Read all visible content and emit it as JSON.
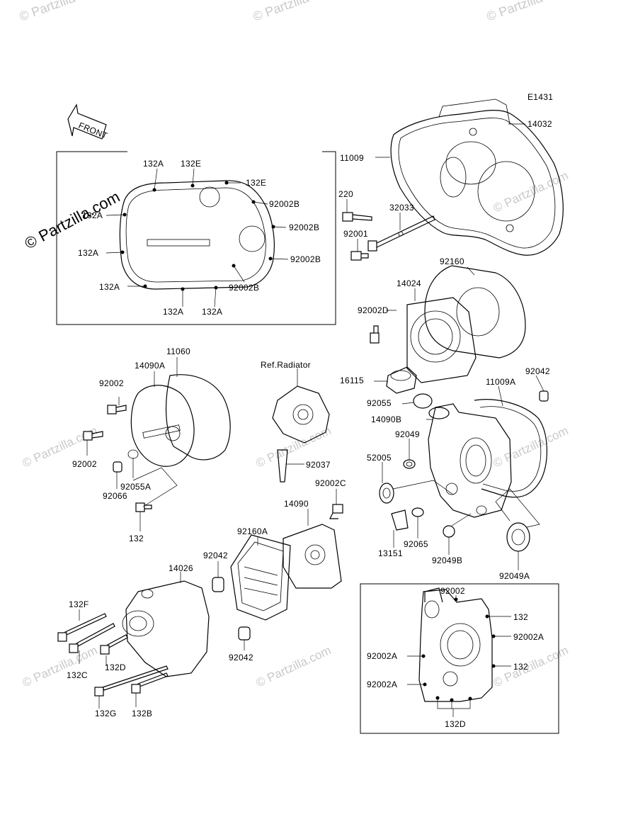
{
  "watermarks": {
    "text": "© Partzilla.com",
    "corner_text": "© Partzilla"
  },
  "diagram": {
    "code": "E1431",
    "front_arrow": "FRONT",
    "ref_note": "Ref.Radiator"
  },
  "labels": {
    "p14032": "14032",
    "p11009": "11009",
    "p220": "220",
    "p32033": "32033",
    "p92001": "92001",
    "p92160": "92160",
    "p14024": "14024",
    "p92002D": "92002D",
    "b132A_1": "132A",
    "b132E_1": "132E",
    "b132E_2": "132E",
    "b92002B_1": "92002B",
    "b92002B_2": "92002B",
    "b92002B_3": "92002B",
    "b92002B_4": "92002B",
    "b132A_2": "132A",
    "b132A_3": "132A",
    "b132A_4": "132A",
    "b132A_5": "132A",
    "b132A_6": "132A",
    "p11060": "11060",
    "p14090A": "14090A",
    "p92002_a": "92002",
    "p92002_b": "92002",
    "p92066": "92066",
    "p92055A": "92055A",
    "p132_a": "132",
    "p16115": "16115",
    "p92042_a": "92042",
    "p11009A": "11009A",
    "p92055": "92055",
    "p14090B": "14090B",
    "p92049": "92049",
    "p52005": "52005",
    "p92037": "92037",
    "p92002C": "92002C",
    "p14090": "14090",
    "p92160A": "92160A",
    "p92042_b": "92042",
    "p14026": "14026",
    "p13151": "13151",
    "p92065": "92065",
    "p92049B": "92049B",
    "p92049A": "92049A",
    "p132F": "132F",
    "p132C": "132C",
    "p132D_a": "132D",
    "p132G": "132G",
    "p132B": "132B",
    "p92042_c": "92042",
    "c92002": "92002",
    "c132_1": "132",
    "c92002A_1": "92002A",
    "c92002A_2": "92002A",
    "c132_2": "132",
    "c92002A_3": "92002A",
    "c132D": "132D"
  }
}
